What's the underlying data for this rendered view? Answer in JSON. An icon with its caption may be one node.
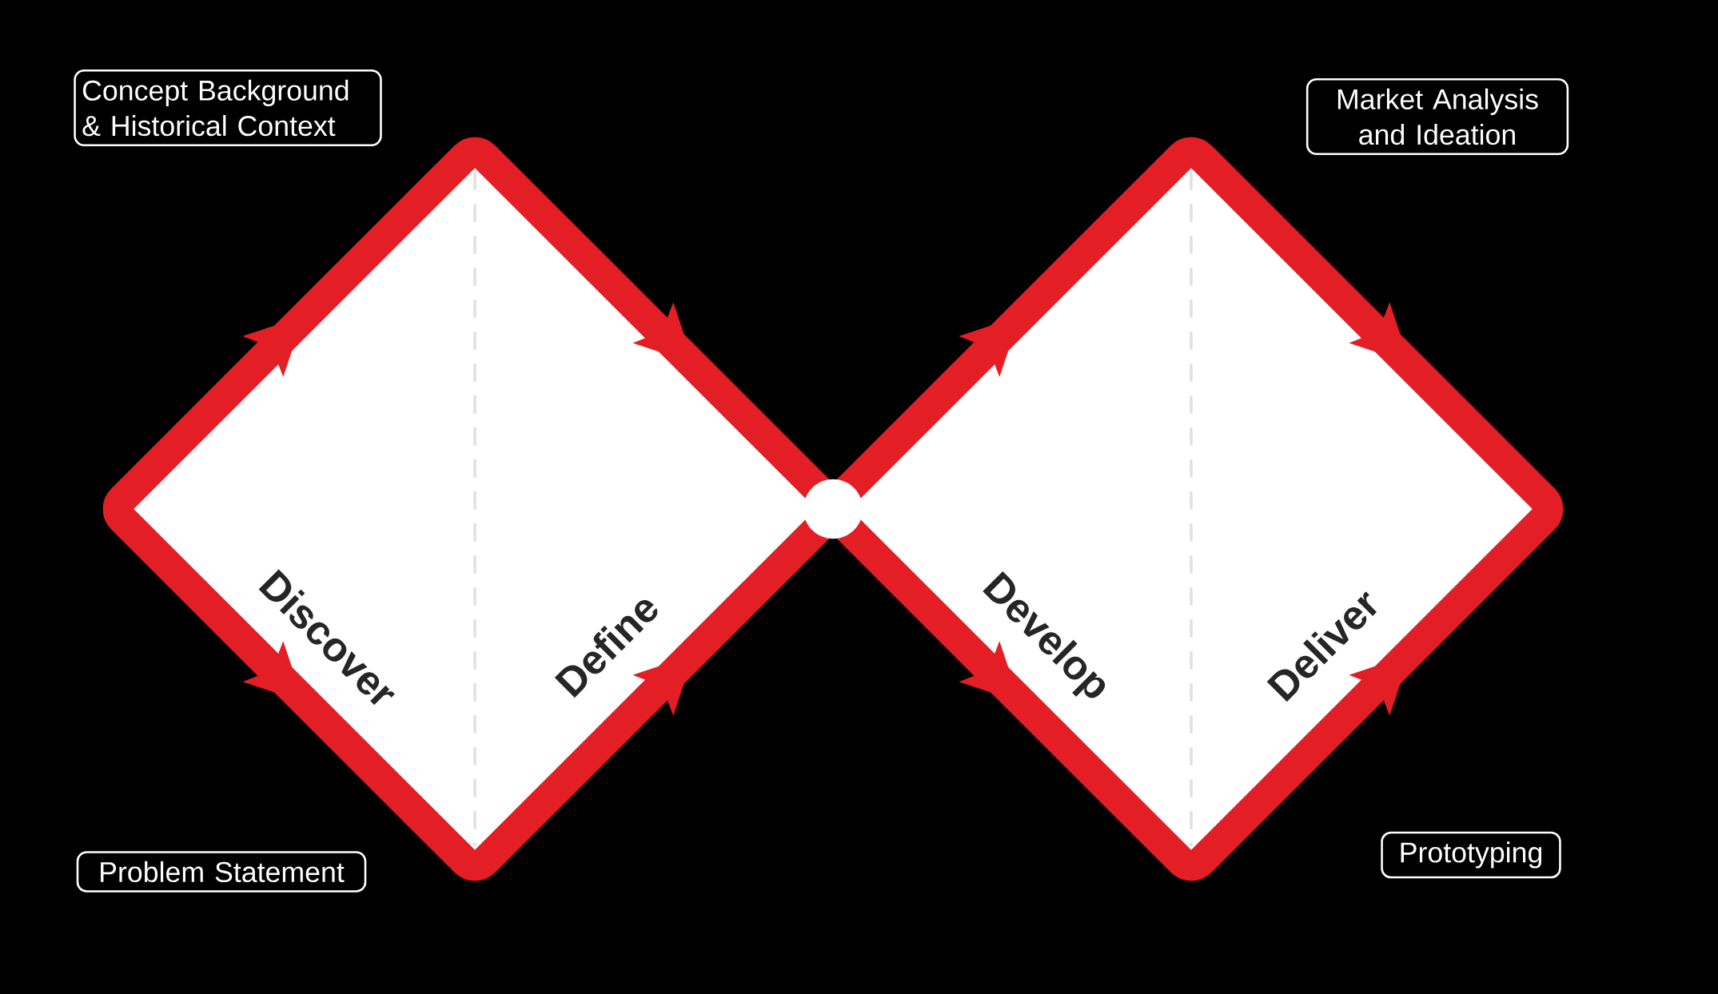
{
  "diagram": {
    "nodes": [
      {
        "text": [
          "Concept Background & Historical Context"
        ]
      },
      {
        "text": [
          "Market Analysis and Ideation"
        ]
      },
      {
        "text": [
          "Discover",
          "Define"
        ]
      },
      {
        "text": [],
        "shape": "circle"
      },
      {
        "text": [
          "Develop",
          "Deliver"
        ]
      },
      {
        "text": [
          "Problem Statement"
        ]
      },
      {
        "text": [
          "Prototyping"
        ]
      }
    ]
  }
}
